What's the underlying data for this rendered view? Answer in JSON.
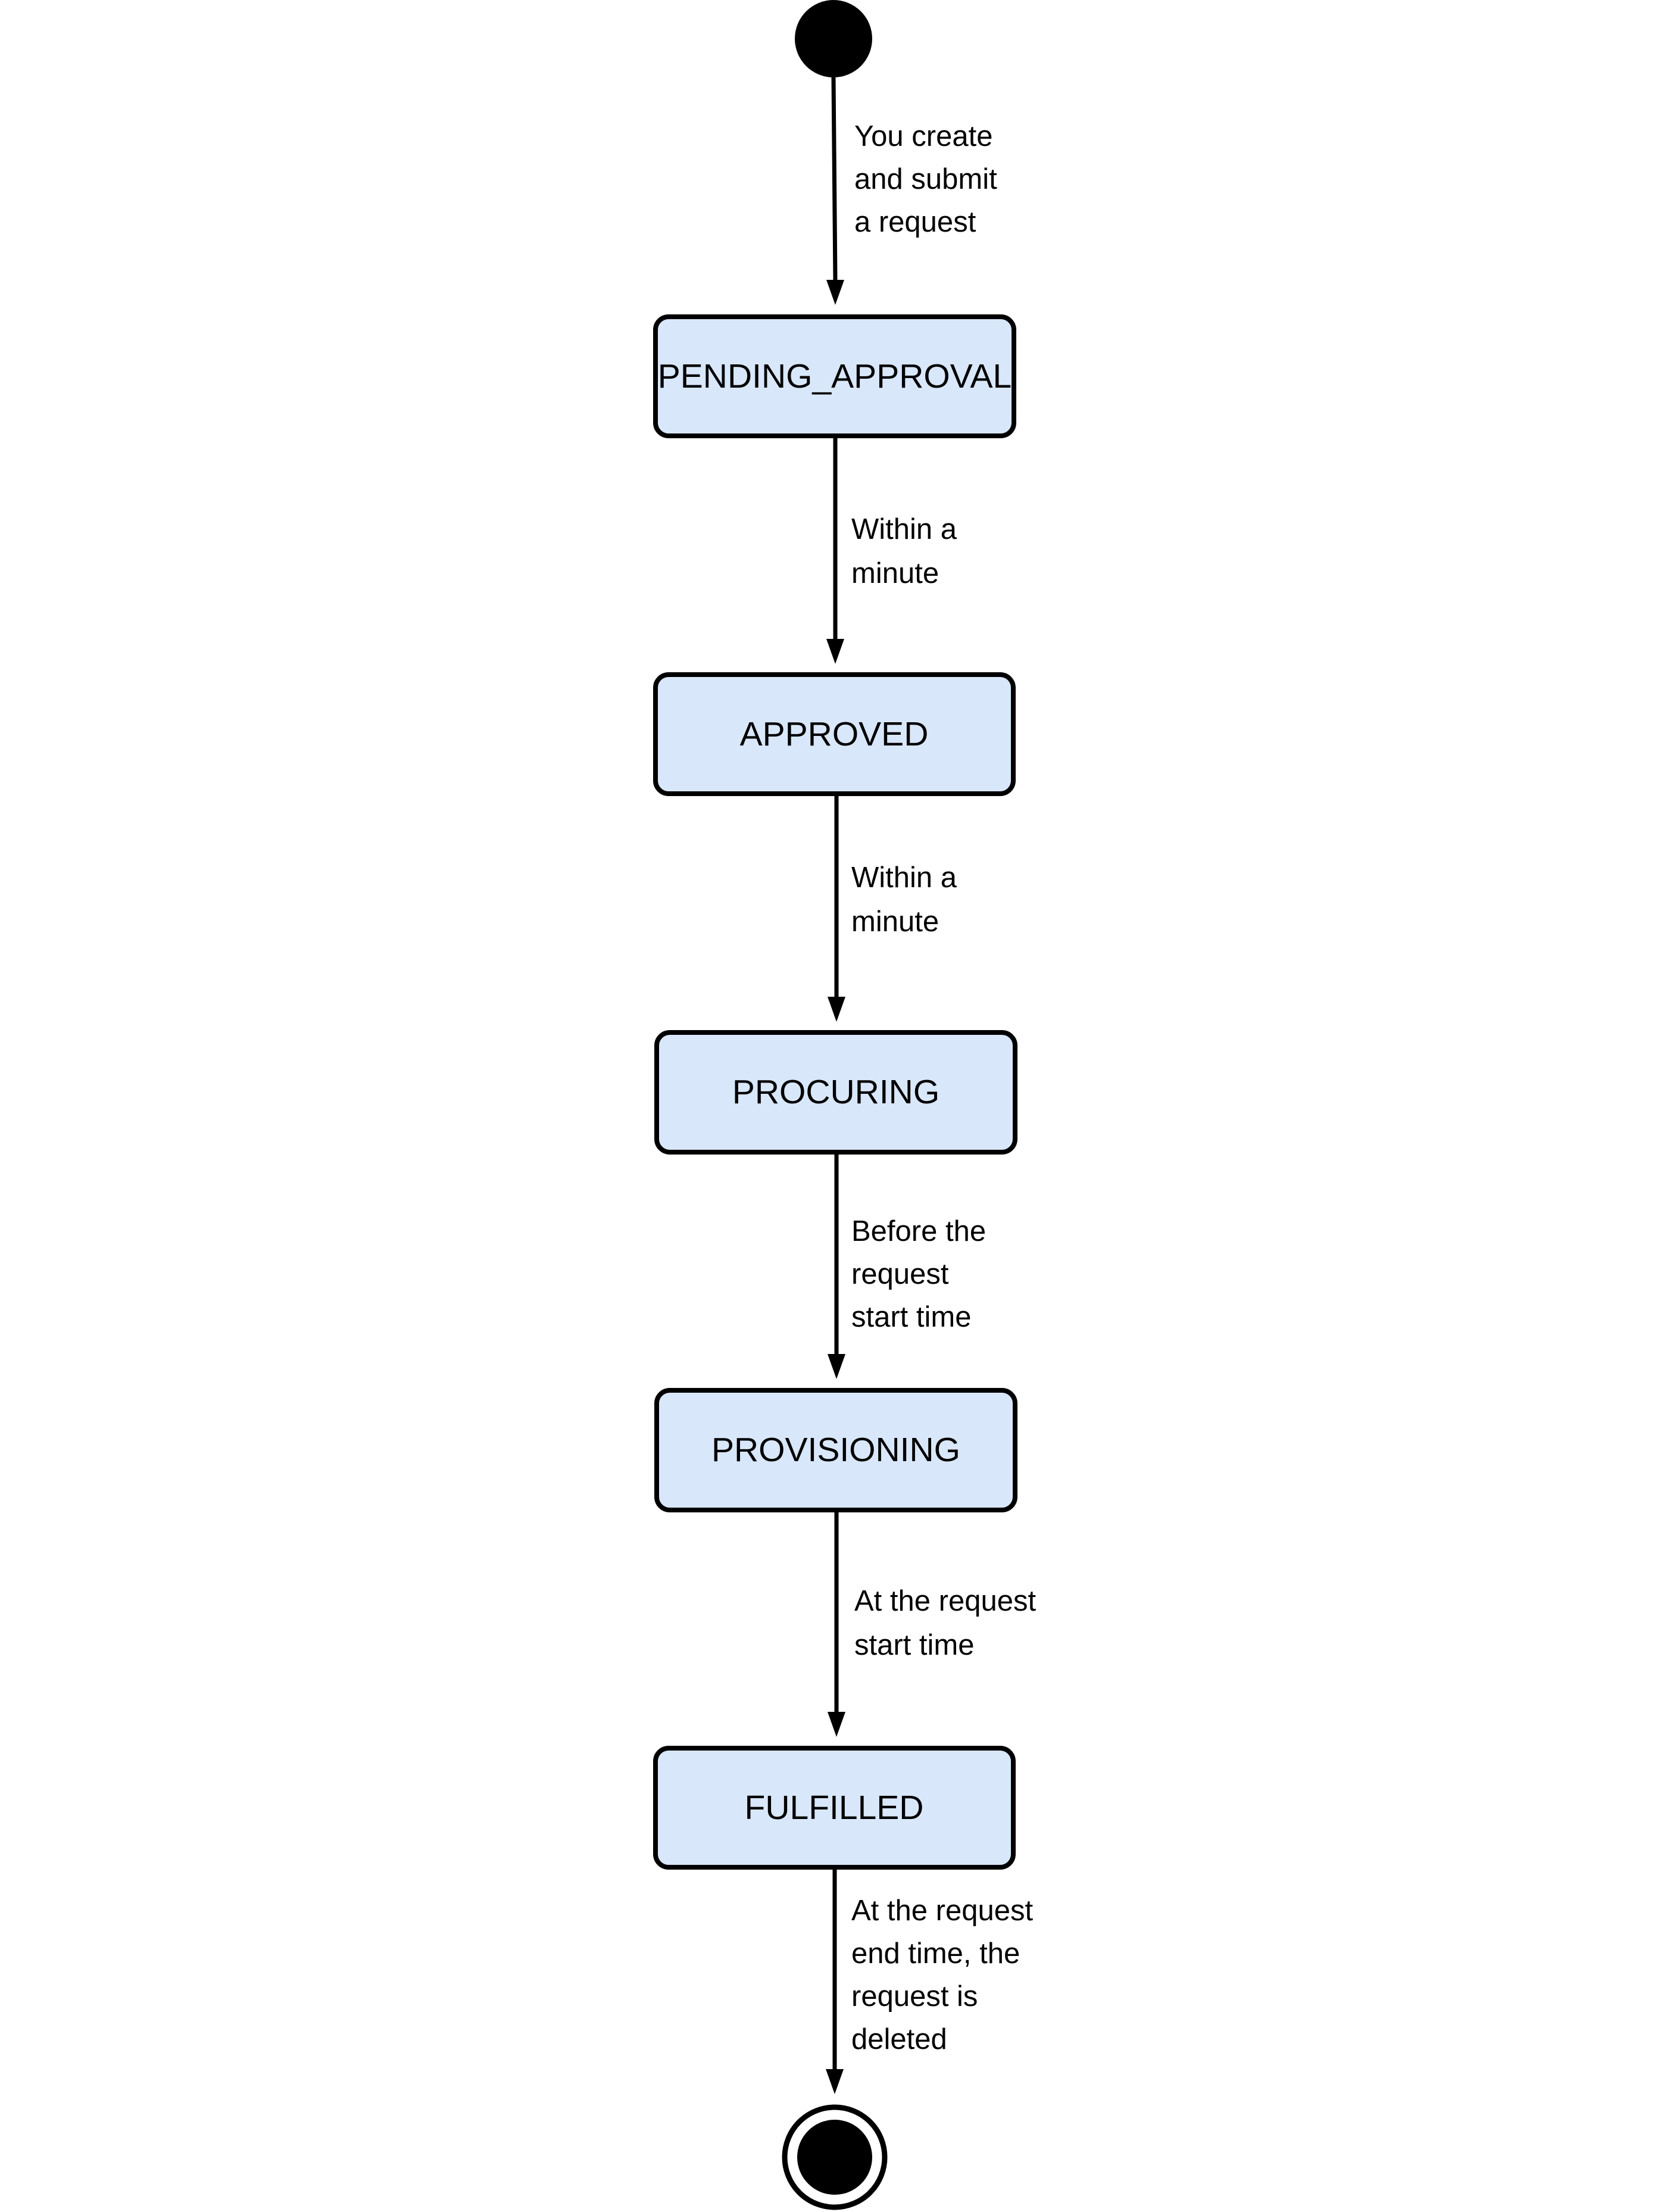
{
  "diagram": {
    "colors": {
      "box_fill": "#d9e7fa",
      "stroke": "#000000",
      "text": "#000000",
      "background": "#ffffff"
    },
    "states": [
      "PENDING_APPROVAL",
      "APPROVED",
      "PROCURING",
      "PROVISIONING",
      "FULFILLED"
    ],
    "transitions": [
      [
        "You create",
        "and submit",
        "a request"
      ],
      [
        "Within a",
        "minute"
      ],
      [
        "Within a",
        "minute"
      ],
      [
        "Before the",
        "request",
        "start time"
      ],
      [
        "At the request",
        "start time"
      ],
      [
        "At the request",
        "end time, the",
        "request is",
        "deleted"
      ]
    ]
  }
}
